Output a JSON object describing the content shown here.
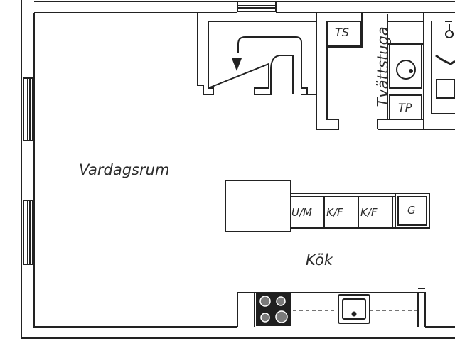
{
  "rooms": {
    "living": "Vardagsrum",
    "kitchen": "Kök",
    "laundry": "Tvättstuga"
  },
  "fixtures": {
    "dryer": "TS",
    "washer": "TP",
    "microwave_oven": "U/M",
    "fridge_freezer_1": "K/F",
    "fridge_freezer_2": "K/F",
    "g_unit": "G"
  },
  "colors": {
    "wall": "#222222",
    "line": "#333333",
    "stove": "#1f1f1f",
    "background": "#ffffff"
  }
}
